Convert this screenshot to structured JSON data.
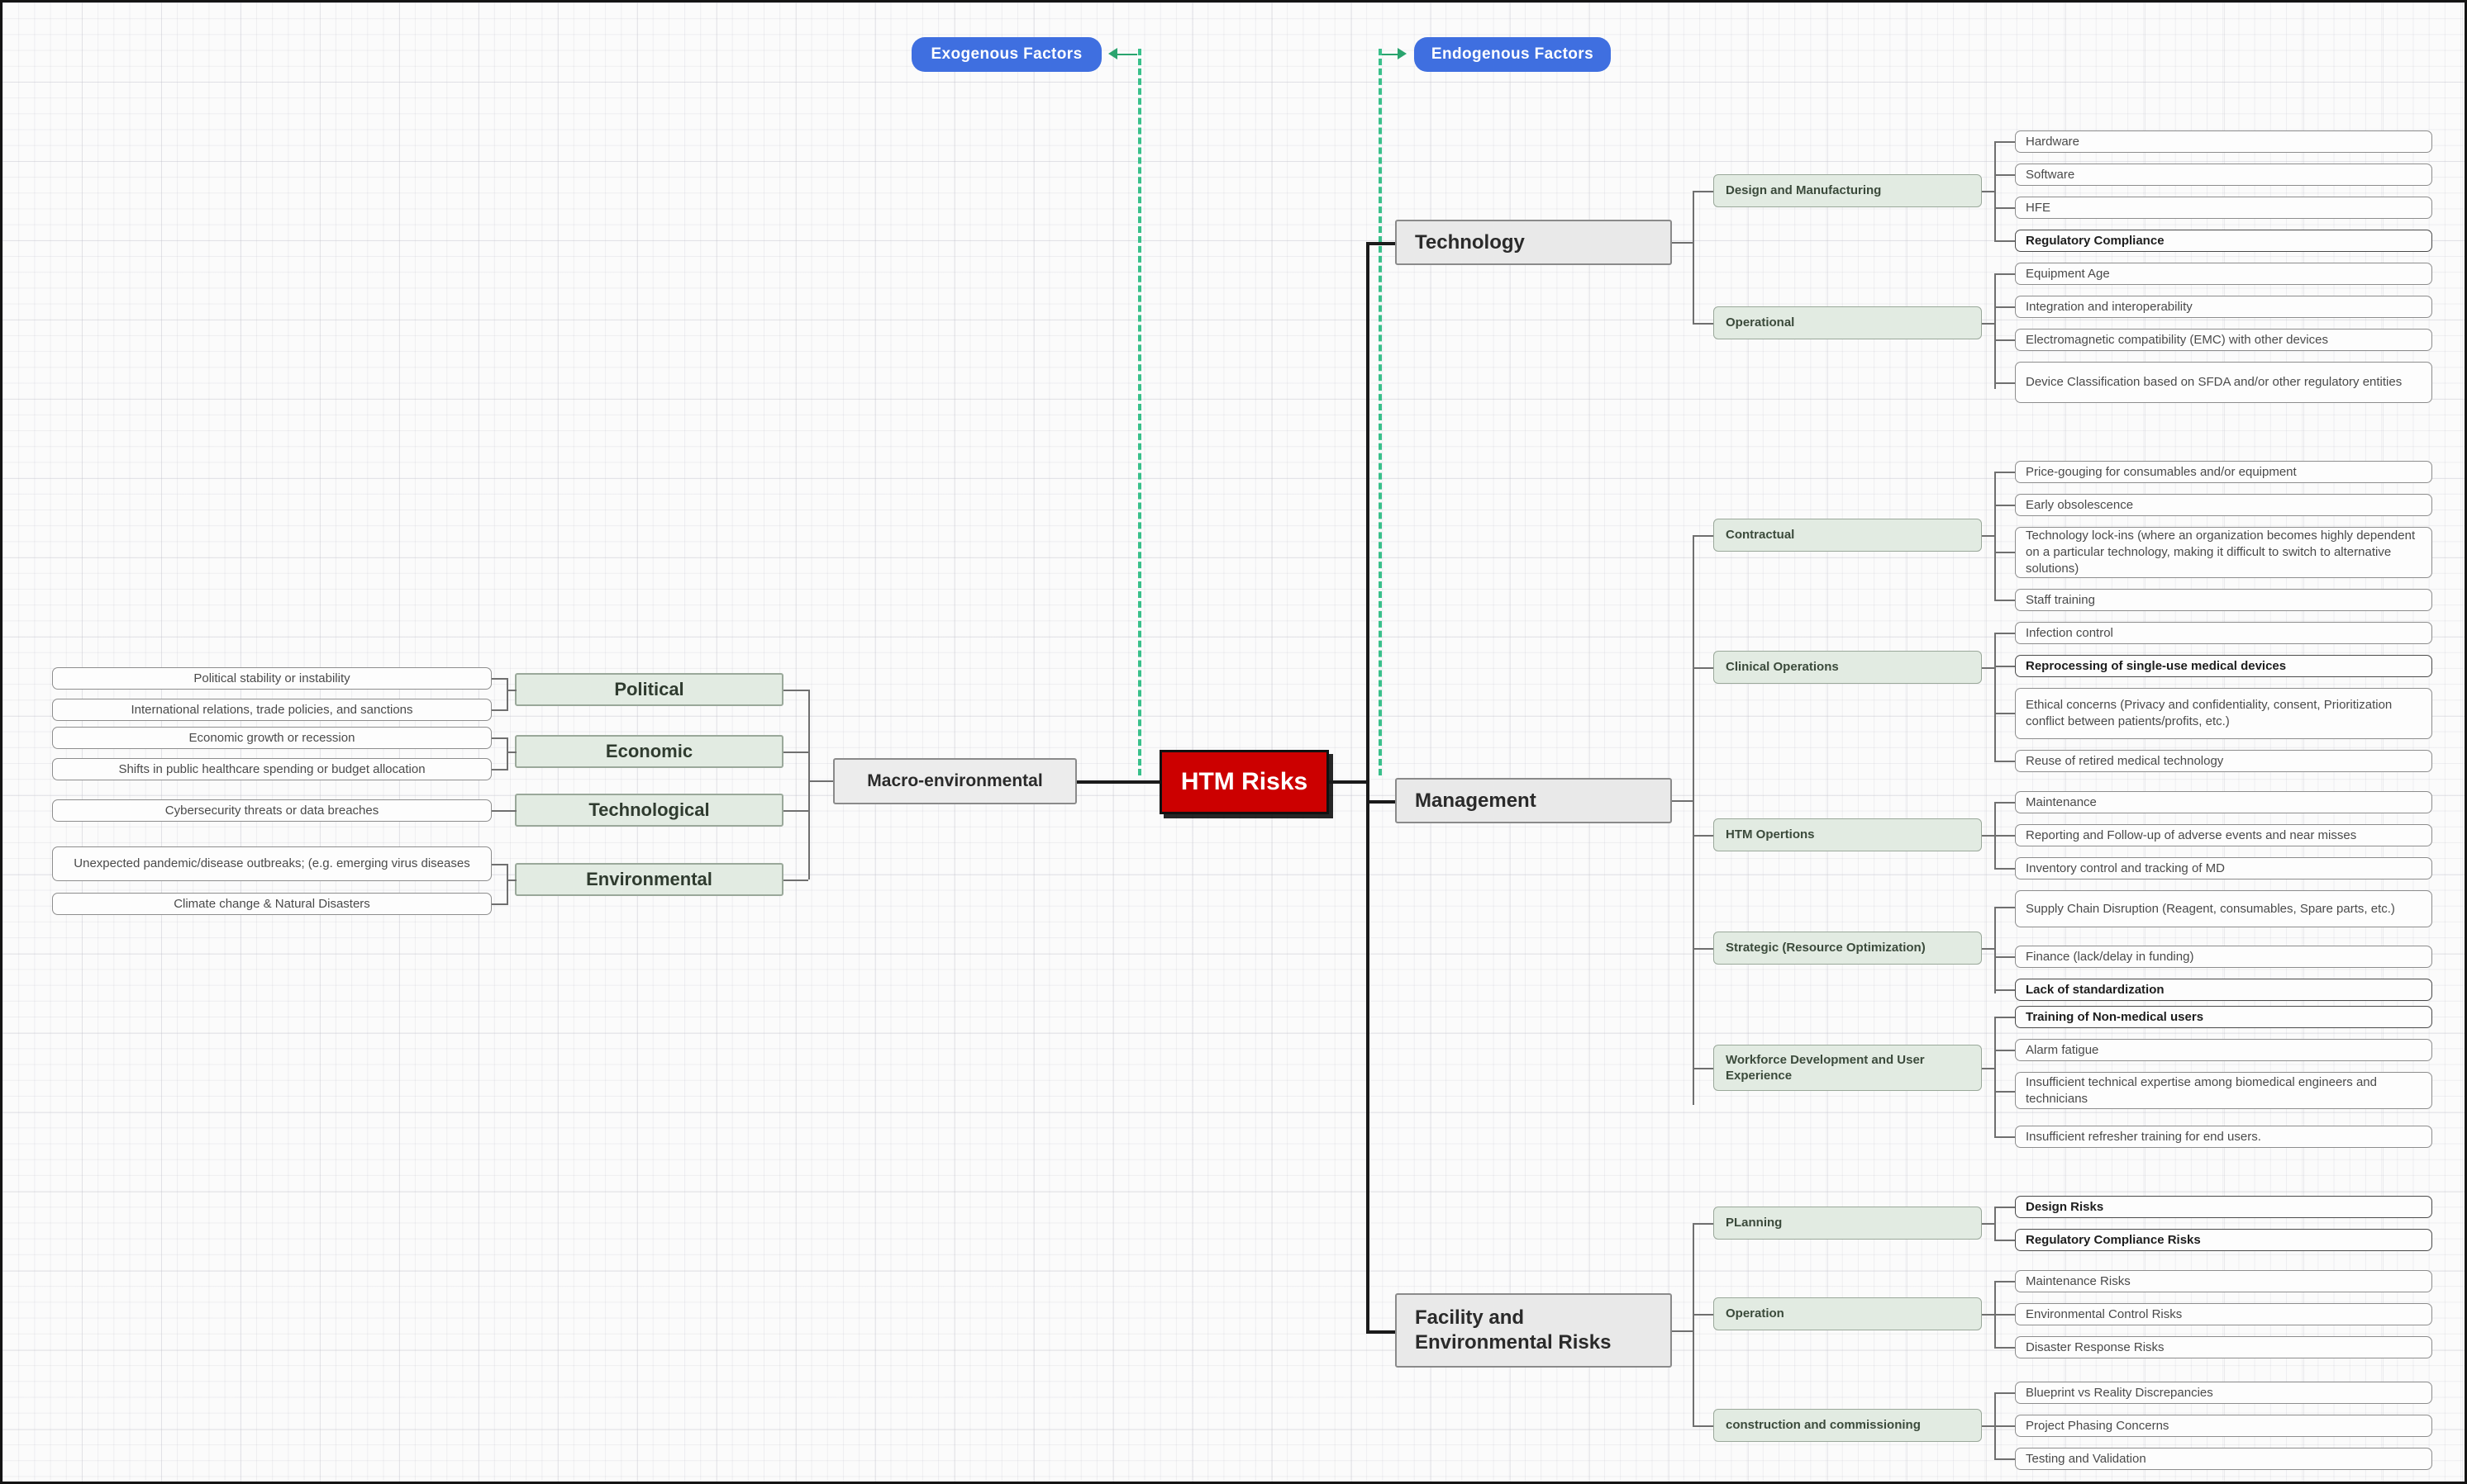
{
  "root": {
    "label": "HTM Risks",
    "color": "#cc0000"
  },
  "tags": [
    {
      "label": "Exogenous Factors",
      "color": "#3f6fe0"
    },
    {
      "label": "Endogenous Factors",
      "color": "#3f6fe0"
    }
  ],
  "macro": {
    "label": "Macro-environmental",
    "categories": [
      {
        "label": "Political",
        "items": [
          "Political stability or instability",
          "International relations, trade policies, and sanctions"
        ]
      },
      {
        "label": "Economic",
        "items": [
          "Economic growth or recession",
          "Shifts in public healthcare spending or budget allocation"
        ]
      },
      {
        "label": "Technological",
        "items": [
          "Cybersecurity threats or data breaches"
        ]
      },
      {
        "label": "Environmental",
        "items": [
          "Unexpected pandemic/disease outbreaks; (e.g. emerging virus diseases",
          "Climate change & Natural Disasters"
        ]
      }
    ]
  },
  "branches": [
    {
      "label": "Technology",
      "groups": [
        {
          "label": "Design and Manufacturing",
          "items": [
            {
              "text": "Hardware",
              "bold": false
            },
            {
              "text": "Software",
              "bold": false
            },
            {
              "text": "HFE",
              "bold": false
            },
            {
              "text": "Regulatory Compliance",
              "bold": true
            }
          ]
        },
        {
          "label": "Operational",
          "items": [
            {
              "text": "Equipment Age",
              "bold": false
            },
            {
              "text": "Integration and interoperability",
              "bold": false
            },
            {
              "text": "Electromagnetic compatibility (EMC) with other devices",
              "bold": false
            },
            {
              "text": "Device Classification based on SFDA and/or  other regulatory entities",
              "bold": false
            }
          ]
        }
      ]
    },
    {
      "label": "Management",
      "groups": [
        {
          "label": "Contractual",
          "items": [
            {
              "text": "Price-gouging for consumables and/or equipment",
              "bold": false
            },
            {
              "text": "Early obsolescence",
              "bold": false
            },
            {
              "text": "Technology lock-ins (where an organization becomes highly dependent on a particular technology, making it difficult to switch to alternative solutions)",
              "bold": false
            },
            {
              "text": "Staff training",
              "bold": false
            }
          ]
        },
        {
          "label": "Clinical Operations",
          "items": [
            {
              "text": "Infection control",
              "bold": false
            },
            {
              "text": "Reprocessing of single-use medical devices",
              "bold": true
            },
            {
              "text": "Ethical concerns (Privacy and confidentiality, consent, Prioritization\nconflict between patients/profits, etc.)",
              "bold": false
            },
            {
              "text": "Reuse of retired medical technology",
              "bold": false
            }
          ]
        },
        {
          "label": "HTM Opertions",
          "items": [
            {
              "text": "Maintenance",
              "bold": false
            },
            {
              "text": "Reporting and Follow-up of adverse events and near misses",
              "bold": false
            },
            {
              "text": "Inventory control and tracking of MD",
              "bold": false
            }
          ]
        },
        {
          "label": "Strategic (Resource Optimization)",
          "items": [
            {
              "text": "Supply Chain Disruption (Reagent, consumables, Spare parts, etc.)",
              "bold": false
            },
            {
              "text": "Finance (lack/delay in funding)",
              "bold": false
            },
            {
              "text": "Lack of standardization",
              "bold": true
            }
          ]
        },
        {
          "label": "Workforce Development and User Experience",
          "items": [
            {
              "text": "Training of Non-medical users",
              "bold": true
            },
            {
              "text": "Alarm fatigue",
              "bold": false
            },
            {
              "text": "Insufficient technical expertise among biomedical engineers and technicians",
              "bold": false
            },
            {
              "text": "Insufficient refresher training for end users.",
              "bold": false
            }
          ]
        }
      ]
    },
    {
      "label": "Facility and\nEnvironmental Risks",
      "groups": [
        {
          "label": "PLanning",
          "items": [
            {
              "text": "Design Risks",
              "bold": true
            },
            {
              "text": "Regulatory Compliance Risks",
              "bold": true
            }
          ]
        },
        {
          "label": "Operation",
          "items": [
            {
              "text": "Maintenance Risks",
              "bold": false
            },
            {
              "text": "Environmental Control Risks",
              "bold": false
            },
            {
              "text": "Disaster Response Risks",
              "bold": false
            }
          ]
        },
        {
          "label": "construction and commissioning",
          "items": [
            {
              "text": "Blueprint vs Reality Discrepancies",
              "bold": false
            },
            {
              "text": "Project Phasing Concerns",
              "bold": false
            },
            {
              "text": "Testing and Validation",
              "bold": false
            }
          ]
        }
      ]
    }
  ]
}
